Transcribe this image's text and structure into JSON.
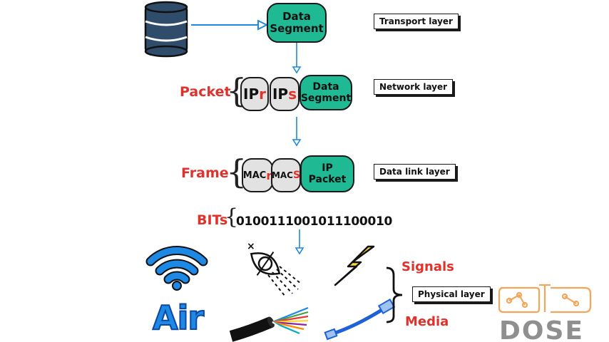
{
  "transport": {
    "segment_line1": "Data",
    "segment_line2": "Segment",
    "layer_label": "Transport layer"
  },
  "network": {
    "side_label": "Packet",
    "ipr": {
      "main": "IP",
      "sub": "r"
    },
    "ips": {
      "main": "IP",
      "sub": "s"
    },
    "segment_line1": "Data",
    "segment_line2": "Segment",
    "layer_label": "Network layer"
  },
  "datalink": {
    "side_label": "Frame",
    "macr": {
      "main": "MAC",
      "sub": "r"
    },
    "macs": {
      "main": "MAC",
      "sub": "S"
    },
    "packet_line1": "IP",
    "packet_line2": "Packet",
    "layer_label": "Data link layer"
  },
  "bits": {
    "side_label": "BITs",
    "value": "0100111001011100010"
  },
  "physical": {
    "air_label": "Air",
    "signals_label": "Signals",
    "media_label": "Media",
    "layer_label": "Physical layer"
  },
  "logo": {
    "text": "DOSE"
  },
  "colors": {
    "green": "#1fb993",
    "red": "#e0322b",
    "blue": "#1e88e5",
    "orange": "#f2a65a",
    "database": "#2f4d6b"
  },
  "icons": [
    "database-icon",
    "wifi-icon",
    "fiber-optic-icon",
    "lightning-icon",
    "fiber-cable-icon",
    "ethernet-cable-icon",
    "dose-logo"
  ]
}
